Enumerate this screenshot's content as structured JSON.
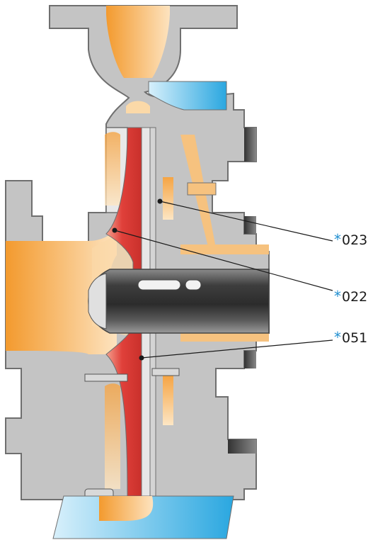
{
  "callouts": [
    {
      "id": "c1",
      "star": "*",
      "code": "023"
    },
    {
      "id": "c2",
      "star": "*",
      "code": "022"
    },
    {
      "id": "c3",
      "star": "*",
      "code": "051"
    }
  ],
  "colors": {
    "casing": "#c4c4c4",
    "outline": "#6f6f6f",
    "orange": "#f39a2e",
    "lightOrange": "#fbd9a8",
    "red": "#e0403a",
    "blue": "#2aa7e0",
    "shaft": "#4a4a4a",
    "accent": "#1f8fd0"
  }
}
